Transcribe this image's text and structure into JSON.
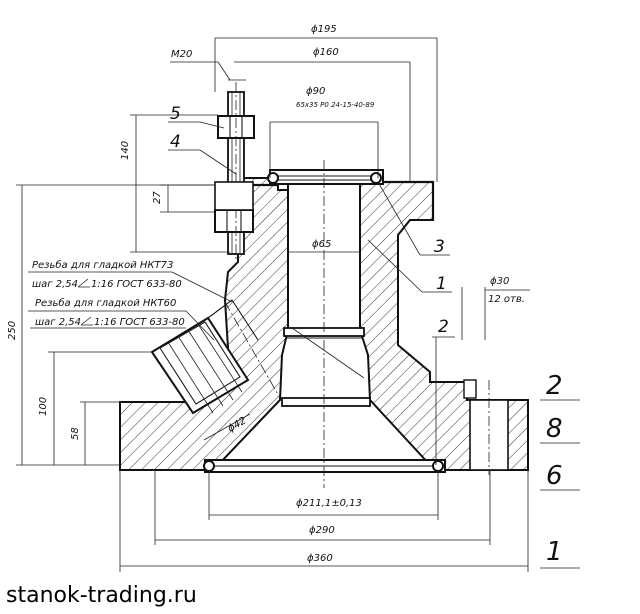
{
  "drawing": {
    "dimensions": {
      "d195": "ϕ195",
      "d160": "ϕ160",
      "m20": "M20",
      "d90": "ϕ90",
      "fit_spec": "65х35 Р0 24-15-40-89",
      "d65": "ϕ65",
      "h140": "140",
      "h27": "27",
      "h250": "250",
      "h100": "100",
      "h58": "58",
      "d42": "ϕ42",
      "d30": "ϕ30",
      "holes": "12 отв.",
      "d211": "ϕ211,1±0,13",
      "d290": "ϕ290",
      "d360": "ϕ360"
    },
    "notes": {
      "thread1_line1": "Резьба для гладкой НКТ73",
      "thread1_line2": "шаг 2,54",
      "thread1_line3": "1:16 ГОСТ 633-80",
      "thread2_line1": "Резьба для гладкой НКТ60",
      "thread2_line2": "шаг 2,54",
      "thread2_line3": "1:16 ГОСТ 633-80"
    },
    "callouts": {
      "c5": "5",
      "c4": "4",
      "c3": "3",
      "c1": "1",
      "c2": "2"
    },
    "table": {
      "r1": "2",
      "r2": "8",
      "r3": "6",
      "r4": "1"
    }
  },
  "watermark": "stanok-trading.ru"
}
